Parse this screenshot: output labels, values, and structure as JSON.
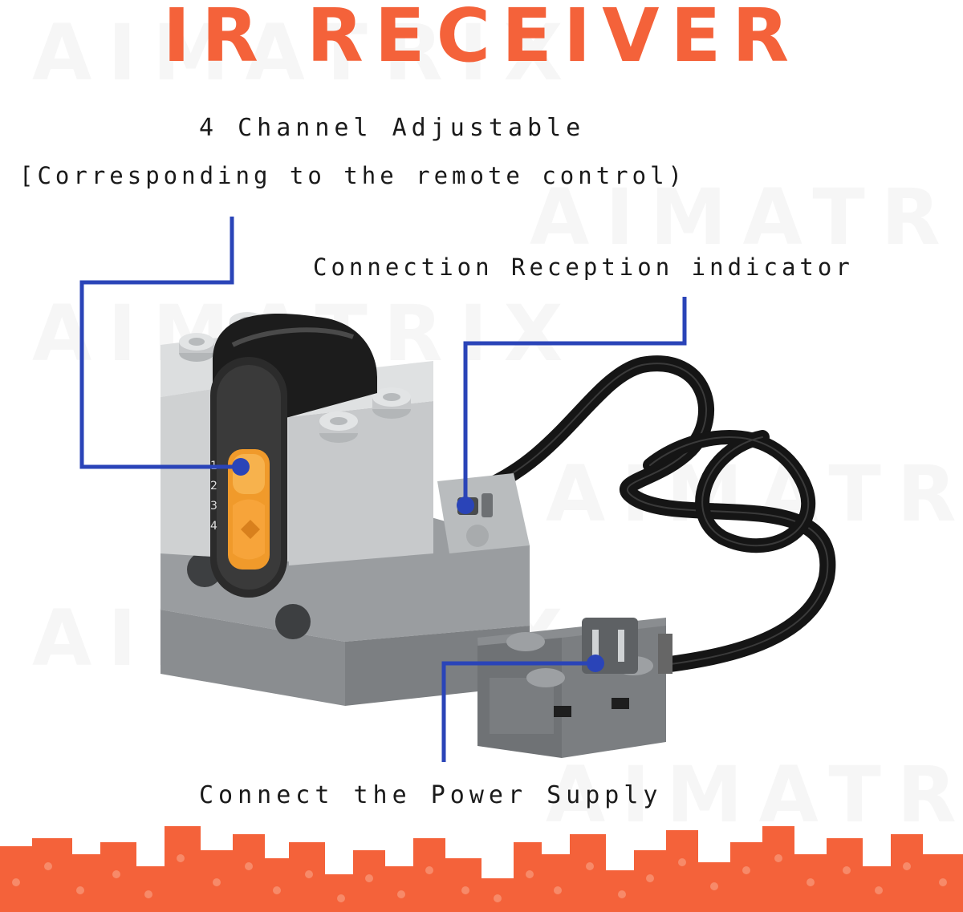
{
  "title": "IR RECEIVER",
  "labels": {
    "channel_line1": "4 Channel Adjustable",
    "channel_line2": "[Corresponding to the remote control)",
    "indicator": "Connection Reception indicator",
    "power": "Connect the Power Supply"
  },
  "dial_numbers": [
    "1",
    "2",
    "3",
    "4"
  ],
  "watermark": "AIMATRIX",
  "colors": {
    "title": "#f4623a",
    "callout_line": "#2a44b8",
    "brick_light": "#c9cbcd",
    "brick_dark": "#8c8f92",
    "selector": "#f7a43a",
    "cable": "#151515"
  }
}
